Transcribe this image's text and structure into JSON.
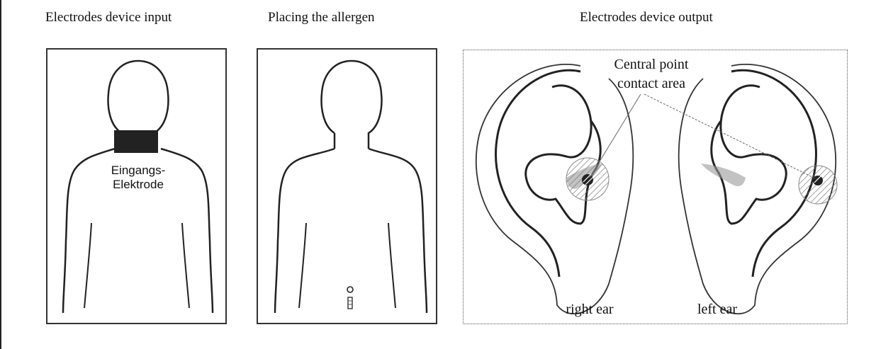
{
  "headings": {
    "input": "Electrodes device input",
    "allergen": "Placing the allergen",
    "output": "Electrodes device output"
  },
  "panel_input": {
    "electrode_line1": "Eingangs-",
    "electrode_line2": "Elektrode"
  },
  "panel_output": {
    "callout_line1": "Central point",
    "callout_line2": "contact area",
    "right_ear": "right ear",
    "left_ear": "left ear"
  },
  "colors": {
    "outline": "#222222",
    "electrode": "#222222",
    "hatch": "#777777"
  }
}
